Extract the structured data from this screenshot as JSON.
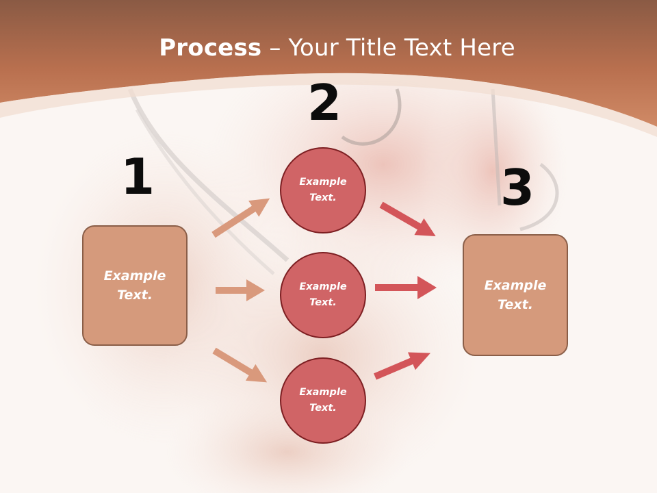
{
  "slide": {
    "title_strong": "Process",
    "title_rest": " – Your Title Text Here"
  },
  "steps": {
    "one": "1",
    "two": "2",
    "three": "3"
  },
  "left_box": {
    "text_line1": "Example",
    "text_line2": "Text."
  },
  "circles": [
    {
      "text_line1": "Example",
      "text_line2": "Text."
    },
    {
      "text_line1": "Example",
      "text_line2": "Text."
    },
    {
      "text_line1": "Example",
      "text_line2": "Text."
    }
  ],
  "right_box": {
    "text_line1": "Example",
    "text_line2": "Text."
  },
  "colors": {
    "header_brown": "#b9704f",
    "box_tan": "#d59a7c",
    "circle_red": "#d06466",
    "arrow_tan": "#d9997c",
    "arrow_red": "#d35559"
  }
}
